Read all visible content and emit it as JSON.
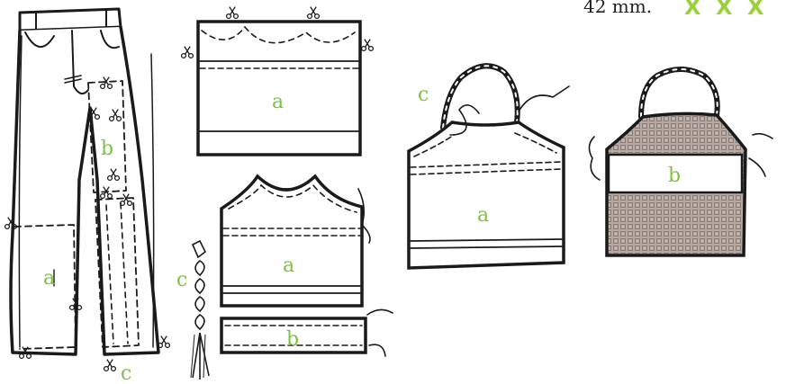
{
  "header": {
    "text": "42 mm.",
    "marks": [
      "X",
      "X",
      "X"
    ]
  },
  "colors": {
    "label": "#7dc242",
    "xmarks": "#9bd03c",
    "pattern_fill": "#b7aaa3",
    "ink": "#1a1a1a"
  },
  "labels": {
    "jeans_a": "a",
    "jeans_b": "b",
    "jeans_c": "c",
    "leg_piece_a": "a",
    "top_a": "a",
    "braid_c": "c",
    "band_b": "b",
    "assembled_c": "c",
    "assembled_a": "a",
    "finished_b": "b"
  }
}
